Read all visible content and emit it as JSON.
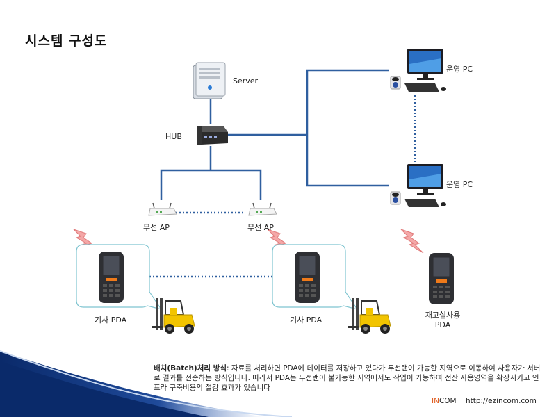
{
  "title": "시스템 구성도",
  "labels": {
    "server": "Server",
    "hub": "HUB",
    "pc_top": "운영 PC",
    "pc_bottom": "운영 PC",
    "ap_left": "무선 AP",
    "ap_right": "무선 AP",
    "pda_left": "기사 PDA",
    "pda_middle": "기사 PDA",
    "pda_right_line1": "재고실사용",
    "pda_right_line2": "PDA"
  },
  "description": {
    "bold": "배치(Batch)처리 방식",
    "colon": ": ",
    "text": "자료를 처리하면 PDA에 데이터를 저장하고 있다가 무선랜이 가능한 지역으로 이동하여 사용자가 서버로 결과를 전송하는 방식입니다. 따라서 PDA는 무선랜이 불가능한 지역에서도 작업이 가능하여 전산 사용영역을 확장시키고 인프라 구축비용의 절감 효과가 있습니다"
  },
  "footer": {
    "brand_in": "IN",
    "brand_com": "COM",
    "url": "http://ezincom.com"
  },
  "colors": {
    "link_line": "#2f5f9f",
    "brand_accent": "#e05a1c",
    "pda_bubble_border": "#7ec4d0",
    "lightning": "#f0a0a0",
    "corner_dark": "#0a2a6a"
  }
}
